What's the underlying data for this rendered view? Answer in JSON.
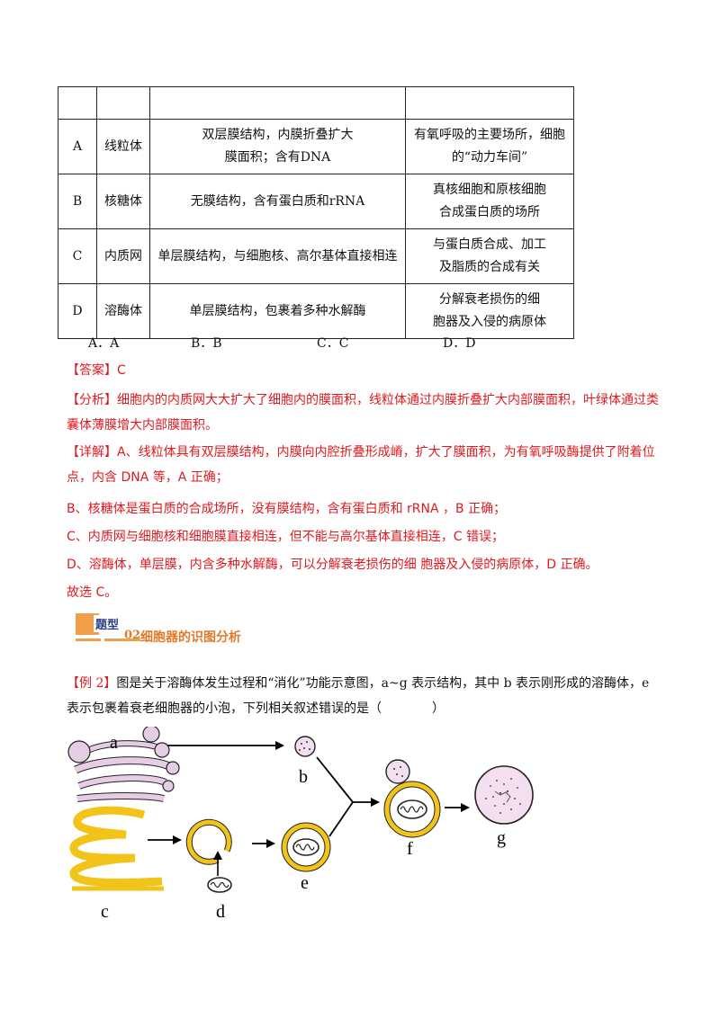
{
  "table": {
    "rows": [
      {
        "letter": "A",
        "name": "线粒体",
        "structure": [
          "双层膜结构，内膜折叠扩大",
          "膜面积；含有DNA"
        ],
        "function": [
          "有氧呼吸的主要场所，细胞",
          "的“动力车间”"
        ]
      },
      {
        "letter": "B",
        "name": "核糖体",
        "structure": [
          "无膜结构，含有蛋白质和rRNA"
        ],
        "function": [
          "真核细胞和原核细胞",
          "合成蛋白质的场所"
        ]
      },
      {
        "letter": "C",
        "name": "内质网",
        "structure": [
          "单层膜结构，与细胞核、高尔基体直接相连"
        ],
        "function": [
          "与蛋白质合成、加工",
          "及脂质的合成有关"
        ]
      },
      {
        "letter": "D",
        "name": "溶酶体",
        "structure": [
          "单层膜结构，包裹着多种水解酶"
        ],
        "function": [
          "分解衰老损伤的细",
          "胞器及入侵的病原体"
        ]
      }
    ]
  },
  "options": [
    "A．A",
    "B．B",
    "C．C",
    "D．D"
  ],
  "answer": {
    "answer_line": "【答案】C",
    "analysis": "【分析】细胞内的内质网大大扩大了细胞内的膜面积，线粒体通过内膜折叠扩大内部膜面积，叶绿体通过类囊体薄膜增大内部膜面积。",
    "detail_a": "【详解】A、线粒体具有双层膜结构，内膜向内腔折叠形成嵴，扩大了膜面积，为有氧呼吸酶提供了附着位点，内含 DNA 等，A 正确；",
    "detail_b": "B、核糖体是蛋白质的合成场所，没有膜结构，含有蛋白质和 rRNA ，B 正确；",
    "detail_c": "C、内质网与细胞核和细胞膜直接相连，但不能与高尔基体直接相连，C 错误；",
    "detail_d": "D、溶酶体，单层膜，内含多种水解酶，可以分解衰老损伤的细 胞器及入侵的病原体，D 正确。",
    "conclusion": "故选 C。"
  },
  "section": {
    "tag": "题型",
    "number": "02",
    "title": "细胞器的识图分析"
  },
  "question": {
    "label": "【例 2】",
    "text": "图是关于溶酶体发生过程和“消化”功能示意图，a~g 表示结构，其中 b 表示刚形成的溶酶体，e 表示包裹着衰老细胞器的小泡，下列相关叙述错误的是（　　　　）"
  },
  "figure": {
    "labels": {
      "a": "a",
      "b": "b",
      "c": "c",
      "d": "d",
      "e": "e",
      "f": "f",
      "g": "g"
    },
    "colors": {
      "golgi": "#e6cde6",
      "er": "#f2c318",
      "membrane": "#f2c318",
      "lysosome": "#f3dff0"
    }
  }
}
